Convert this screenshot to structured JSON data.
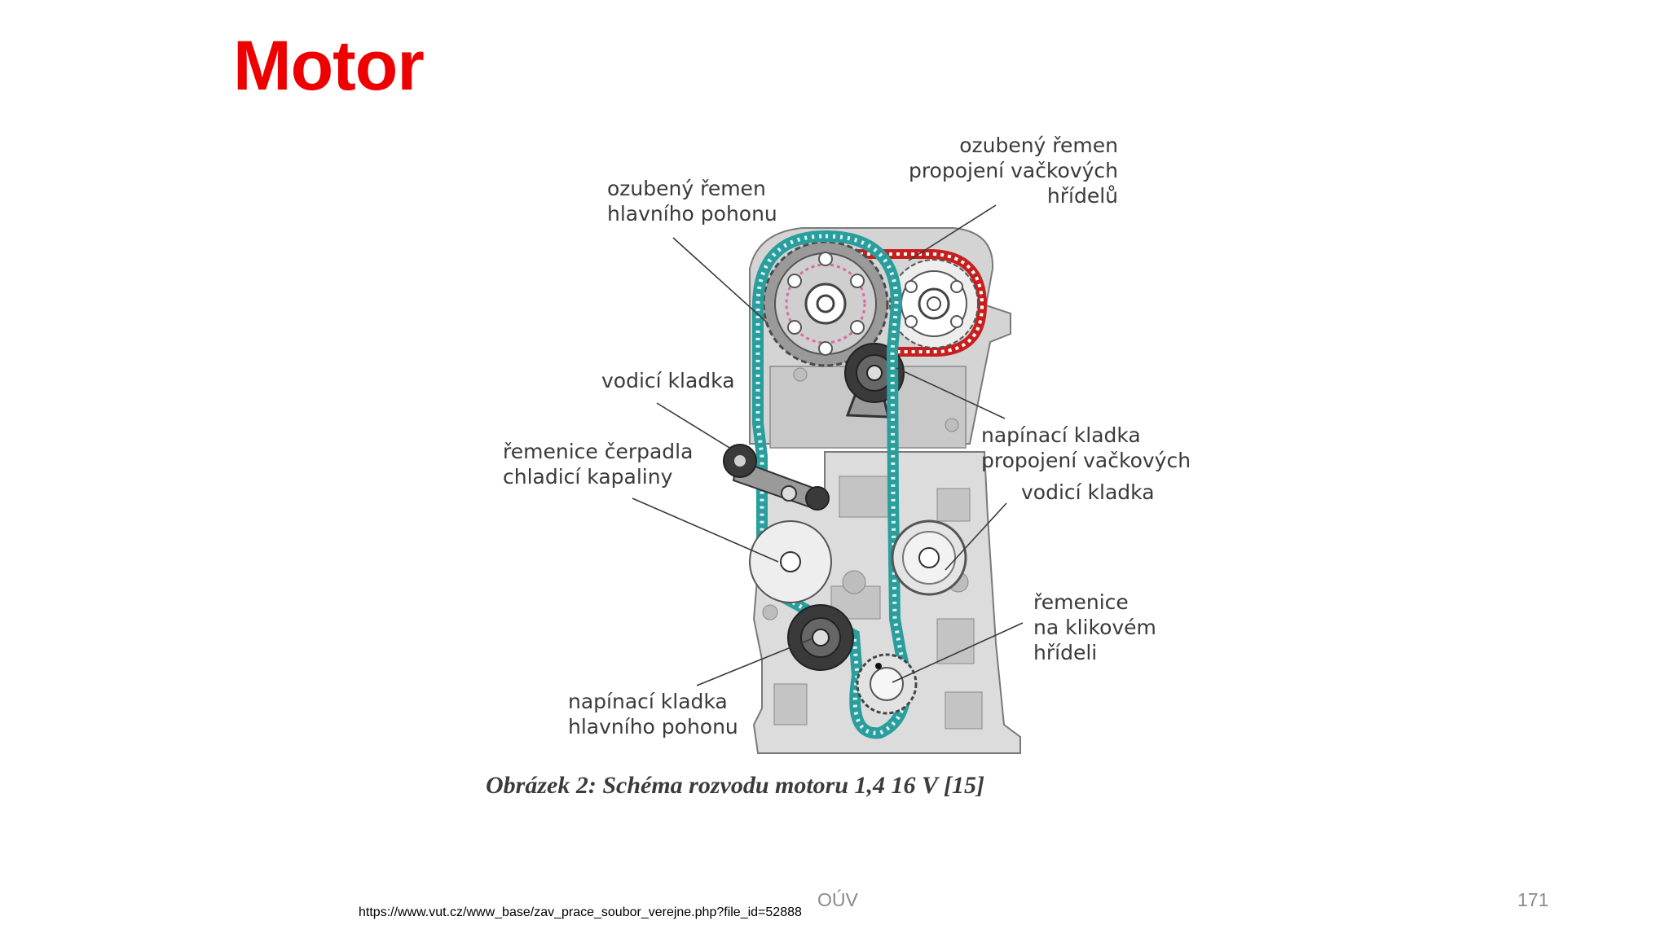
{
  "slide": {
    "title": "Motor",
    "caption": "Obrázek 2:  Schéma rozvodu motoru 1,4 16 V [15]",
    "footer_center": "OÚV",
    "footer_url": "https://www.vut.cz/www_base/zav_prace_soubor_verejne.php?file_id=52888",
    "page_number": "171"
  },
  "labels": {
    "main_belt": [
      "ozubený řemen",
      "hlavního pohonu"
    ],
    "cam_belt": [
      "ozubený řemen",
      "propojení vačkových",
      "hřídelů"
    ],
    "guide_pulley_upper": [
      "vodicí kladka"
    ],
    "pump_pulley": [
      "řemenice čerpadla",
      "chladicí kapaliny"
    ],
    "tensioner_cam": [
      "napínací kladka",
      "propojení vačkových"
    ],
    "guide_pulley_right": [
      "vodicí kladka"
    ],
    "crank_pulley": [
      "řemenice",
      "na klikovém",
      "hřídeli"
    ],
    "tensioner_main": [
      "napínací kladka",
      "hlavního pohonu"
    ]
  },
  "colors": {
    "title": "#ee0000",
    "main_belt": "#2a9d9d",
    "cam_belt": "#c81e1e",
    "pink_ring": "#d86aa8",
    "engine_block": "#d9d9d9",
    "engine_outline": "#7a7a7a"
  }
}
